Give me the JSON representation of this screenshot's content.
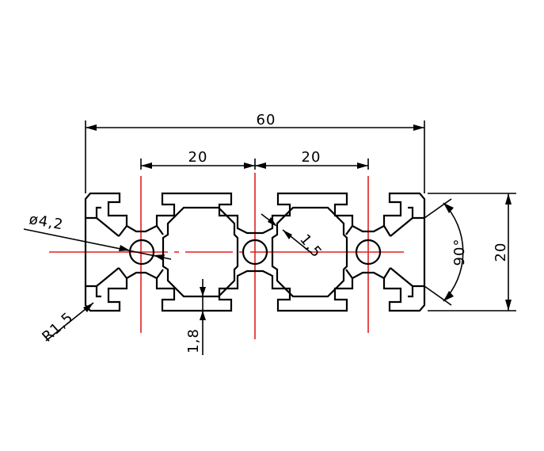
{
  "drawing": {
    "colors": {
      "outline": "#000000",
      "centerline": "#e02020",
      "background": "#ffffff"
    },
    "dimensions": {
      "overall_width": "60",
      "pitch_left": "20",
      "pitch_right": "20",
      "height": "20",
      "hole_diameter": "ø4,2",
      "corner_radius": "R1,5",
      "wall_thickness": "1,8",
      "inner_wall": "1,5",
      "angle": "90°"
    }
  }
}
